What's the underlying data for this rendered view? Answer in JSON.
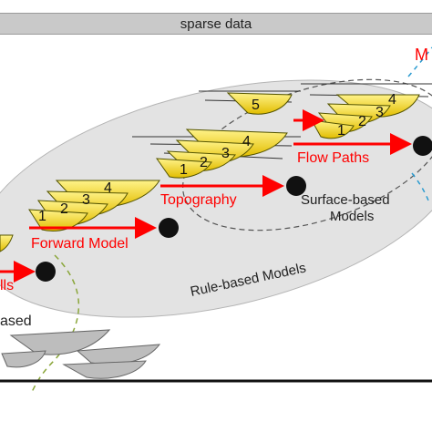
{
  "header": {
    "title": "sparse data"
  },
  "labels": {
    "forward_model": "Forward Model",
    "topography": "Topography",
    "flow_paths": "Flow Paths",
    "surface_based_line1": "Surface-based",
    "surface_based_line2": "Models",
    "rule_based": "Rule-based Models",
    "left_partial": "lls",
    "left_partial2": "ased",
    "top_right_partial": "M"
  },
  "stack_numbers": {
    "stack1": [
      "1",
      "2",
      "3",
      "4"
    ],
    "stack2": [
      "1",
      "2",
      "3",
      "4"
    ],
    "stack3": [
      "1",
      "2",
      "3",
      "4"
    ],
    "single": "5"
  },
  "colors": {
    "arrow": "#ff0000",
    "lobe_fill": "#f4d81c",
    "lobe_stroke": "#555500",
    "ellipse_fill": "#e3e3e3",
    "gray_lobe": "#bdbdbd",
    "dashed_green": "#8aa63a",
    "dashed_blue": "#2a9bd0"
  }
}
